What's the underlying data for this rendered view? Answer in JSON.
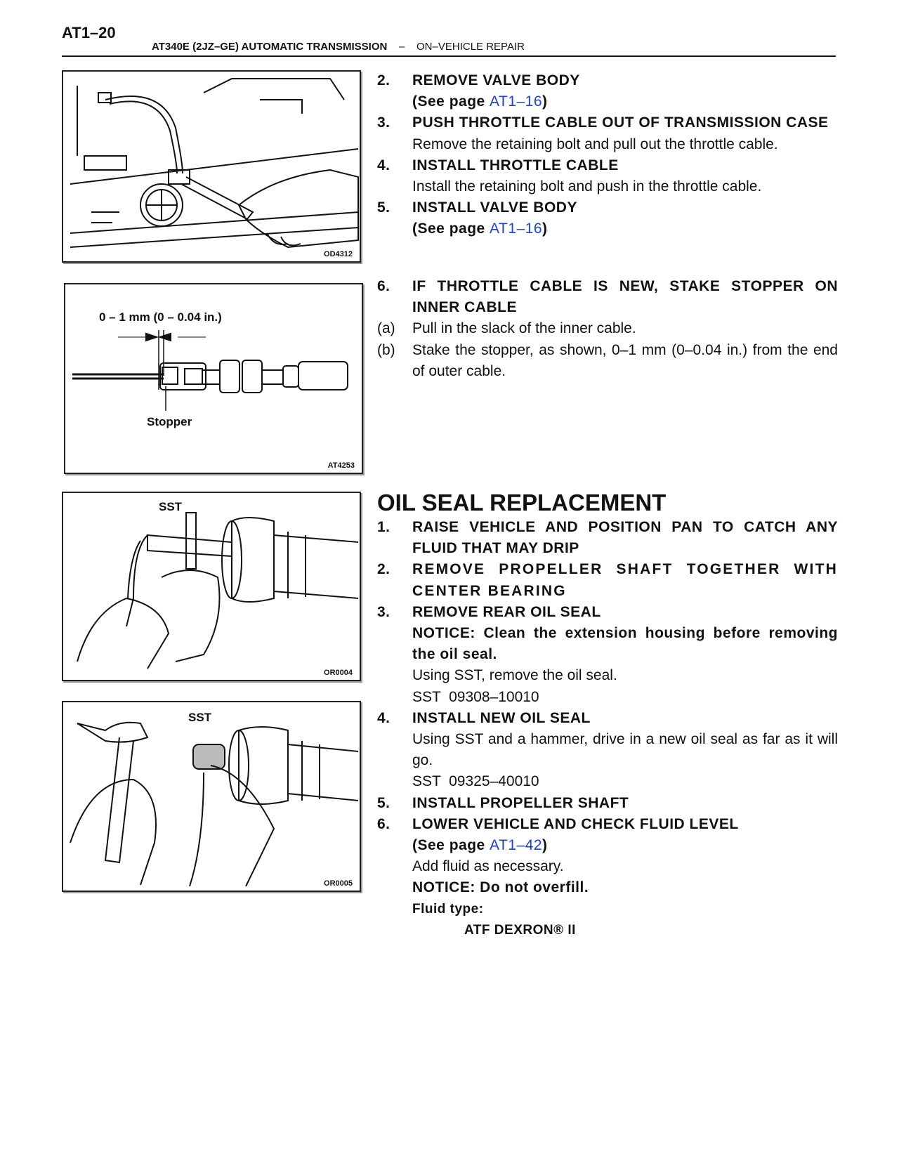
{
  "header": {
    "page_number": "AT1–20",
    "model": "AT340E (2JZ–GE) AUTOMATIC TRANSMISSION",
    "separator": "–",
    "section": "ON–VEHICLE REPAIR"
  },
  "figures": [
    {
      "code": "OD4312"
    },
    {
      "code": "AT4253",
      "dimension_label": "0 – 1 mm (0 – 0.04 in.)",
      "callout": "Stopper"
    },
    {
      "code": "OR0004",
      "callout": "SST"
    },
    {
      "code": "OR0005",
      "callout": "SST"
    }
  ],
  "steps_a": [
    {
      "num": "2.",
      "title": "REMOVE VALVE BODY",
      "see_prefix": "(See page ",
      "see_link": "AT1–16",
      "see_suffix": ")"
    },
    {
      "num": "3.",
      "title": "PUSH THROTTLE CABLE OUT OF TRANSMISSION CASE",
      "text": "Remove the retaining bolt and pull out the throttle cable."
    },
    {
      "num": "4.",
      "title": "INSTALL THROTTLE CABLE",
      "text": "Install the retaining bolt and push in the throttle cable."
    },
    {
      "num": "5.",
      "title": "INSTALL VALVE BODY",
      "see_prefix": "(See page ",
      "see_link": "AT1–16",
      "see_suffix": ")"
    }
  ],
  "step6": {
    "num": "6.",
    "title": "IF THROTTLE CABLE IS NEW, STAKE STOPPER ON INNER CABLE",
    "subs": [
      {
        "num": "(a)",
        "text": "Pull in the slack of the inner cable."
      },
      {
        "num": "(b)",
        "text": "Stake the stopper, as shown, 0–1 mm (0–0.04 in.) from the end of outer cable."
      }
    ]
  },
  "oil_seal": {
    "title": "OIL SEAL REPLACEMENT",
    "steps": [
      {
        "num": "1.",
        "title": "RAISE VEHICLE AND POSITION PAN TO CATCH ANY FLUID THAT MAY DRIP"
      },
      {
        "num": "2.",
        "title": "REMOVE PROPELLER SHAFT TOGETHER WITH CENTER BEARING"
      },
      {
        "num": "3.",
        "title": "REMOVE REAR OIL SEAL",
        "notice": "NOTICE: Clean the extension housing before removing the oil seal.",
        "text": "Using SST, remove the oil seal.",
        "sst": "SST  09308–10010"
      },
      {
        "num": "4.",
        "title": "INSTALL NEW OIL SEAL",
        "text": "Using SST and a hammer, drive in a new oil seal as far as it will go.",
        "sst": "SST  09325–40010"
      },
      {
        "num": "5.",
        "title": "INSTALL PROPELLER SHAFT"
      },
      {
        "num": "6.",
        "title": "LOWER VEHICLE AND CHECK FLUID LEVEL",
        "see_prefix": "(See page ",
        "see_link": "AT1–42",
        "see_suffix": ")",
        "text": "Add fluid as necessary.",
        "notice": "NOTICE: Do not overfill.",
        "fluid_label": "Fluid type:",
        "fluid_value": "ATF DEXRON® II"
      }
    ]
  }
}
